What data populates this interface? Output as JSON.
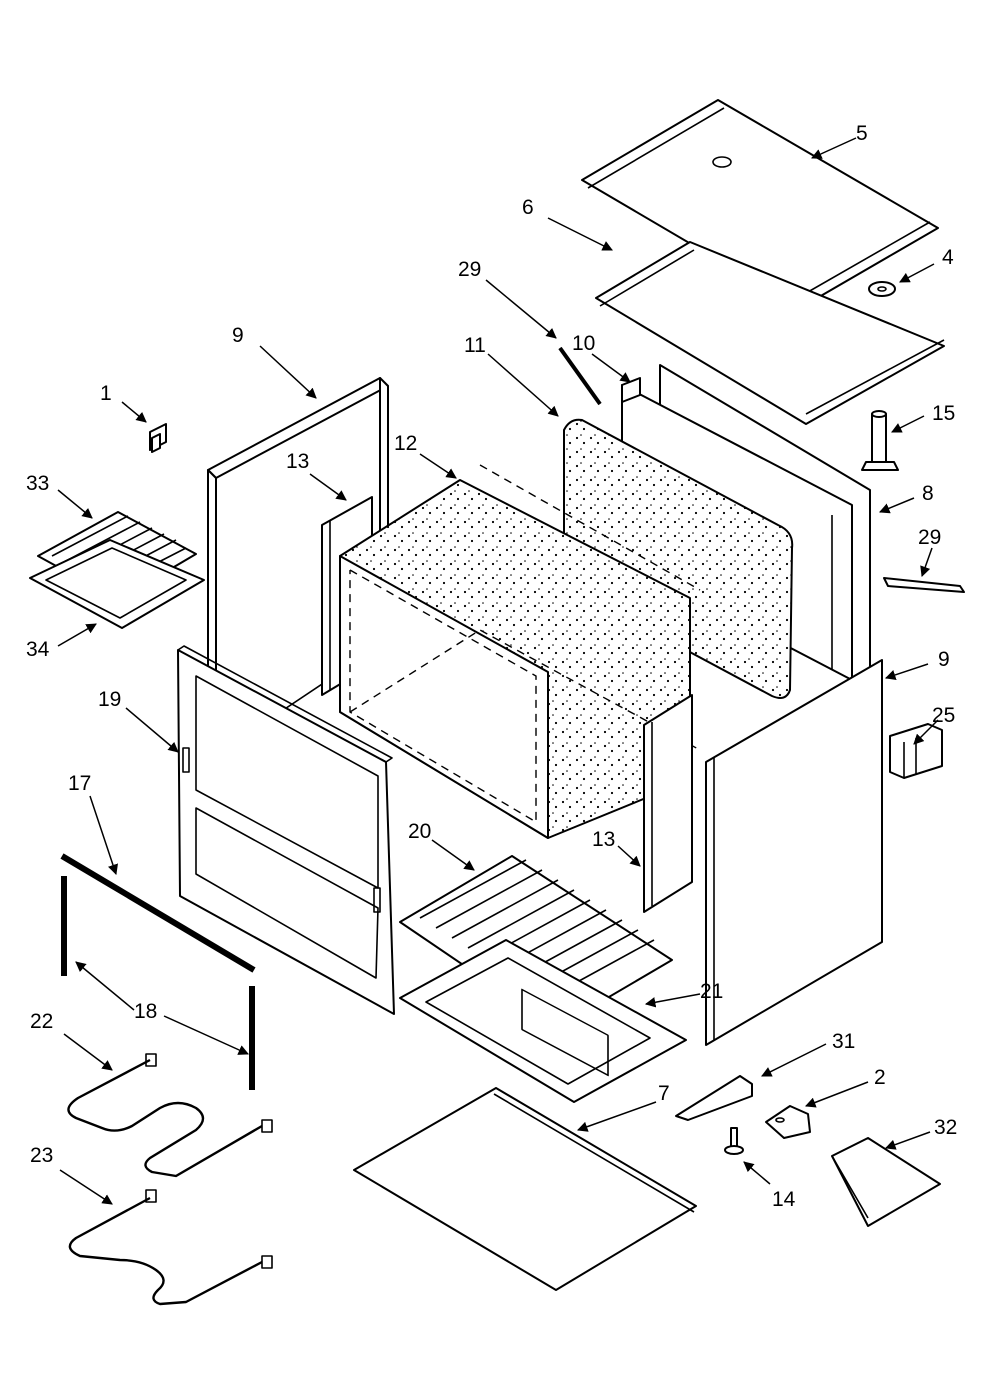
{
  "callouts": {
    "c1": "1",
    "c2": "2",
    "c4": "4",
    "c5": "5",
    "c6": "6",
    "c7": "7",
    "c8": "8",
    "c9a": "9",
    "c9b": "9",
    "c10": "10",
    "c11": "11",
    "c12": "12",
    "c13a": "13",
    "c13b": "13",
    "c14": "14",
    "c15": "15",
    "c17": "17",
    "c18": "18",
    "c19": "19",
    "c20": "20",
    "c21": "21",
    "c22": "22",
    "c23": "23",
    "c25": "25",
    "c29a": "29",
    "c29b": "29",
    "c31": "31",
    "c32": "32",
    "c33": "33",
    "c34": "34"
  },
  "colors": {
    "line": "#000000",
    "background": "#ffffff"
  }
}
